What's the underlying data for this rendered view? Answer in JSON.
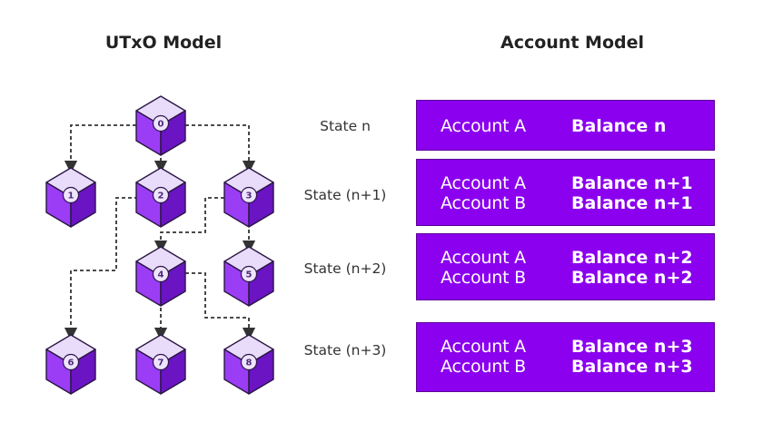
{
  "utxo": {
    "title": "UTxO Model",
    "nodes": [
      "0",
      "1",
      "2",
      "3",
      "4",
      "5",
      "6",
      "7",
      "8"
    ]
  },
  "account": {
    "title": "Account Model",
    "states": [
      {
        "label": "State n",
        "rows": [
          {
            "name": "Account A",
            "balance": "Balance n"
          }
        ]
      },
      {
        "label": "State (n+1)",
        "rows": [
          {
            "name": "Account A",
            "balance": "Balance n+1"
          },
          {
            "name": "Account B",
            "balance": "Balance n+1"
          }
        ]
      },
      {
        "label": "State (n+2)",
        "rows": [
          {
            "name": "Account A",
            "balance": "Balance n+2"
          },
          {
            "name": "Account B",
            "balance": "Balance n+2"
          }
        ]
      },
      {
        "label": "State (n+3)",
        "rows": [
          {
            "name": "Account A",
            "balance": "Balance n+3"
          },
          {
            "name": "Account B",
            "balance": "Balance n+3"
          }
        ]
      }
    ]
  },
  "colors": {
    "box_fill": "#8b00ee",
    "cube_top": "#e9dcfb",
    "cube_left": "#9b3df5",
    "cube_right": "#6a14c4",
    "edge": "#333333"
  }
}
